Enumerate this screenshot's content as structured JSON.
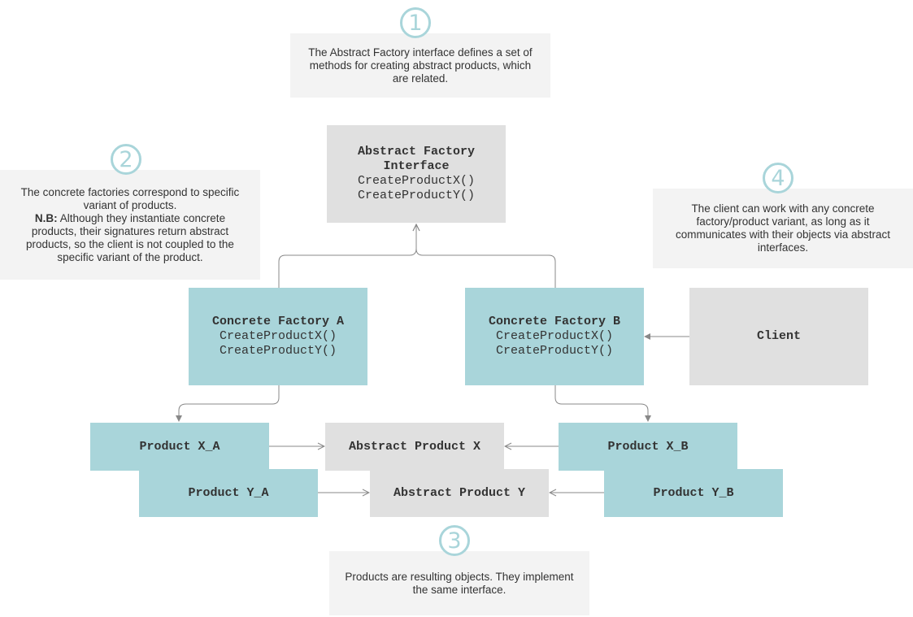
{
  "interface_box": {
    "title": "Abstract Factory Interface",
    "methods": [
      "CreateProductX()",
      "CreateProductY()"
    ]
  },
  "factory_a": {
    "title": "Concrete Factory A",
    "methods": [
      "CreateProductX()",
      "CreateProductY()"
    ]
  },
  "factory_b": {
    "title": "Concrete Factory B",
    "methods": [
      "CreateProductX()",
      "CreateProductY()"
    ]
  },
  "client": {
    "label": "Client"
  },
  "products": {
    "product_xa": "Product X_A",
    "product_ya": "Product Y_A",
    "abstract_x": "Abstract Product X",
    "abstract_y": "Abstract Product Y",
    "product_xb": "Product X_B",
    "product_yb": "Product Y_B"
  },
  "notes": [
    {
      "number": "1",
      "text": "The Abstract Factory interface defines a set of methods for creating abstract products, which are related."
    },
    {
      "number": "2",
      "text_before": "The concrete factories correspond to specific variant of products.",
      "bold_label": "N.B:",
      "text_after": "Although they instantiate concrete products, their signatures return abstract products, so the client is not coupled to the specific variant of the product."
    },
    {
      "number": "3",
      "text": "Products are resulting objects. They implement the same interface."
    },
    {
      "number": "4",
      "text": "The client can work with any concrete factory/product variant, as long as it communicates with their objects via abstract interfaces."
    }
  ],
  "colors": {
    "concrete": "#a9d5da",
    "abstract": "#e0e0e0",
    "note_bg": "#f3f3f3",
    "connector": "#888888",
    "badge": "#a9d5da"
  }
}
